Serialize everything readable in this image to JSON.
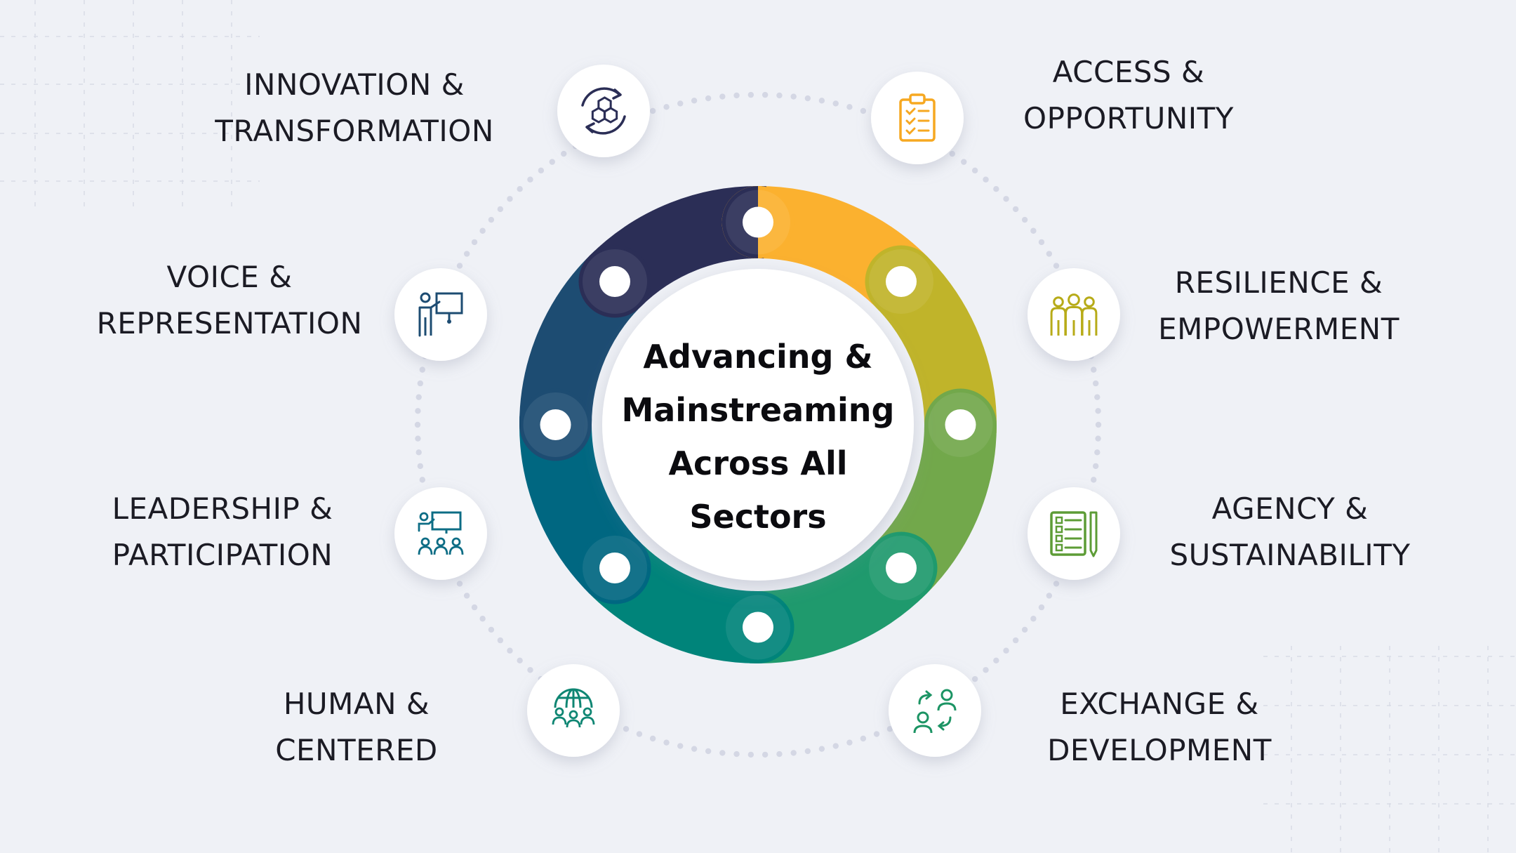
{
  "center_title": [
    "Advancing &",
    "Mainstreaming",
    "Across All",
    "Sectors"
  ],
  "colors": {
    "background": "#eff1f6",
    "navy": "#2b2e56",
    "gold": "#fbb12f",
    "olive": "#c0b42a",
    "green": "#72a84b",
    "emerald": "#1f9a6d",
    "teal": "#00847a",
    "petrol": "#006781",
    "blue": "#1d4c72",
    "dots": "#d4d7e4"
  },
  "items": [
    {
      "id": "innovation",
      "lines": [
        "INNOVATION &",
        "TRANSFORMATION"
      ],
      "icon": "innovation-cycle-icon",
      "icon_color": "#2b2e56"
    },
    {
      "id": "access",
      "lines": [
        "ACCESS &",
        "OPPORTUNITY"
      ],
      "icon": "clipboard-checklist-icon",
      "icon_color": "#f6a821"
    },
    {
      "id": "resilience",
      "lines": [
        "RESILIENCE &",
        "EMPOWERMENT"
      ],
      "icon": "group-people-icon",
      "icon_color": "#b7ab18"
    },
    {
      "id": "agency",
      "lines": [
        "AGENCY &",
        "SUSTAINABILITY"
      ],
      "icon": "checklist-pencil-icon",
      "icon_color": "#5d9c36"
    },
    {
      "id": "exchange",
      "lines": [
        "EXCHANGE &",
        "DEVELOPMENT"
      ],
      "icon": "people-exchange-icon",
      "icon_color": "#1c9464"
    },
    {
      "id": "human",
      "lines": [
        "HUMAN &",
        "CENTERED"
      ],
      "icon": "globe-people-icon",
      "icon_color": "#0f8673"
    },
    {
      "id": "leadership",
      "lines": [
        "LEADERSHIP &",
        "PARTICIPATION"
      ],
      "icon": "presenter-audience-icon",
      "icon_color": "#0d6d85"
    },
    {
      "id": "voice",
      "lines": [
        "VOICE &",
        "REPRESENTATION"
      ],
      "icon": "presenter-board-icon",
      "icon_color": "#1d4c72"
    }
  ]
}
